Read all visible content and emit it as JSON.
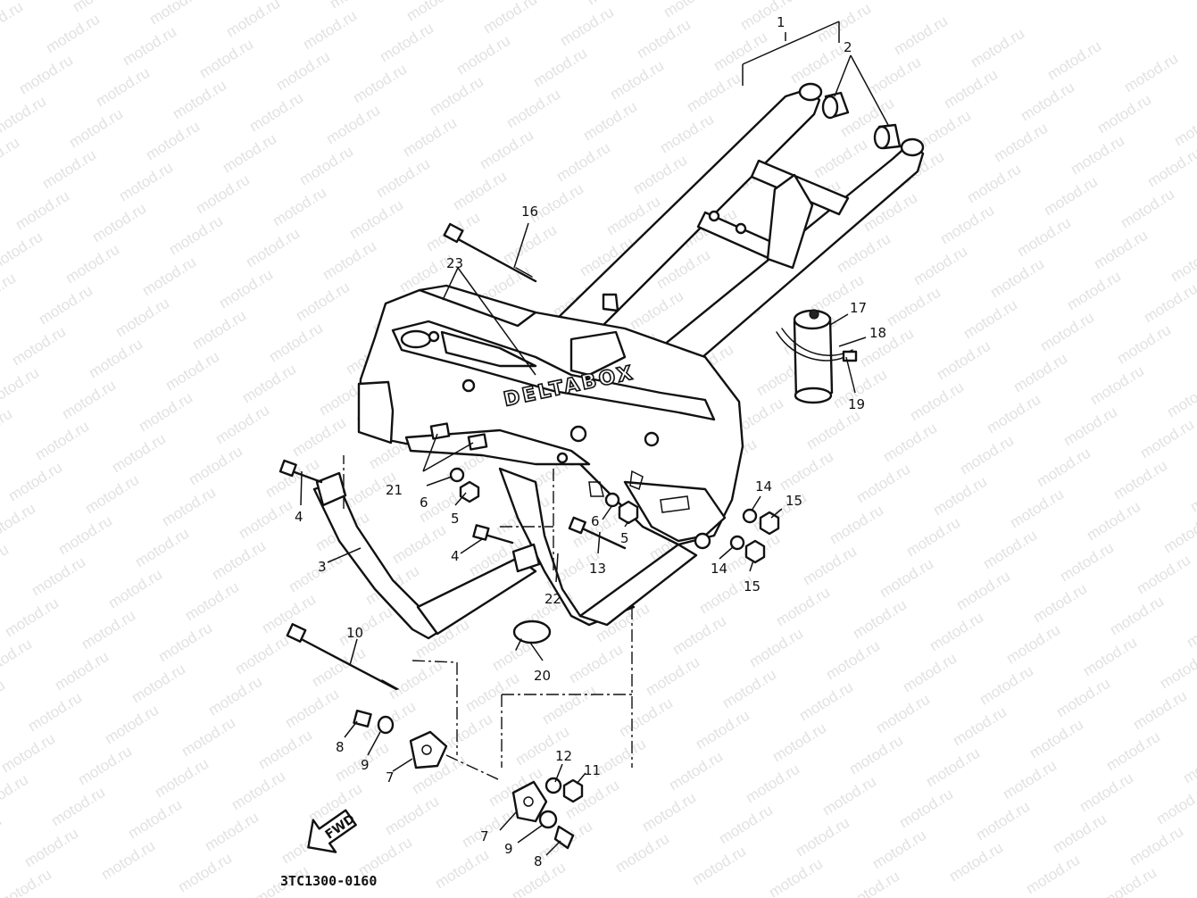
{
  "diagram": {
    "watermark": "motod.ru",
    "frame_logo": "DELTABOX",
    "fwd_arrow": "FWD",
    "diagram_code": "3TC1300-0160",
    "callouts": [
      {
        "id": "c1",
        "label": "1"
      },
      {
        "id": "c2",
        "label": "2"
      },
      {
        "id": "c3",
        "label": "3"
      },
      {
        "id": "c4a",
        "label": "4"
      },
      {
        "id": "c4b",
        "label": "4"
      },
      {
        "id": "c5a",
        "label": "5"
      },
      {
        "id": "c5b",
        "label": "5"
      },
      {
        "id": "c6a",
        "label": "6"
      },
      {
        "id": "c6b",
        "label": "6"
      },
      {
        "id": "c7a",
        "label": "7"
      },
      {
        "id": "c7b",
        "label": "7"
      },
      {
        "id": "c8a",
        "label": "8"
      },
      {
        "id": "c8b",
        "label": "8"
      },
      {
        "id": "c9a",
        "label": "9"
      },
      {
        "id": "c9b",
        "label": "9"
      },
      {
        "id": "c10",
        "label": "10"
      },
      {
        "id": "c11",
        "label": "11"
      },
      {
        "id": "c12",
        "label": "12"
      },
      {
        "id": "c13",
        "label": "13"
      },
      {
        "id": "c14a",
        "label": "14"
      },
      {
        "id": "c14b",
        "label": "14"
      },
      {
        "id": "c15a",
        "label": "15"
      },
      {
        "id": "c15b",
        "label": "15"
      },
      {
        "id": "c16",
        "label": "16"
      },
      {
        "id": "c17",
        "label": "17"
      },
      {
        "id": "c18",
        "label": "18"
      },
      {
        "id": "c19",
        "label": "19"
      },
      {
        "id": "c20",
        "label": "20"
      },
      {
        "id": "c21",
        "label": "21"
      },
      {
        "id": "c22",
        "label": "22"
      },
      {
        "id": "c23",
        "label": "23"
      }
    ]
  }
}
